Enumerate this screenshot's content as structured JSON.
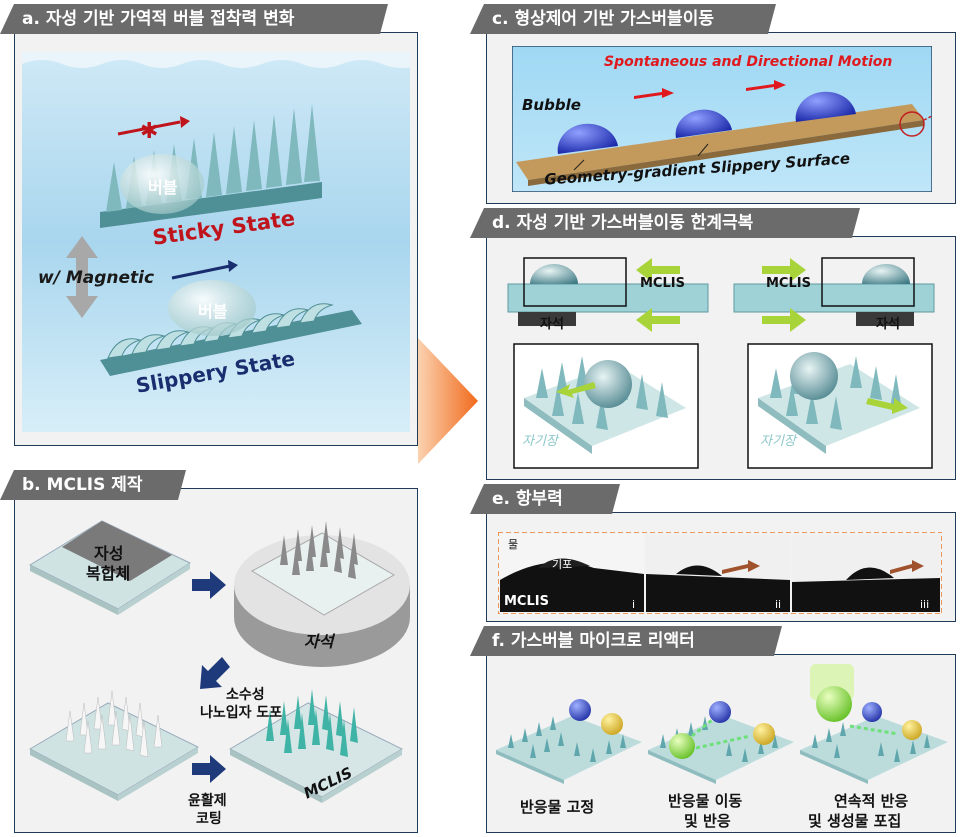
{
  "panel_a": {
    "title": "a. 자성 기반 가역적 버블 접착력 변화",
    "bubble_top": "버블",
    "bubble_bottom": "버블",
    "sticky": "Sticky State",
    "magnetic": "w/ Magnetic",
    "slippery": "Slippery State"
  },
  "panel_b": {
    "title": "b. MCLIS 제작",
    "composite_line1": "자성",
    "composite_line2": "복합체",
    "magnet": "자석",
    "coat_line1": "소수성",
    "coat_line2": "나노입자 도포",
    "lub_line1": "윤활제",
    "lub_line2": "코팅",
    "mclis": "MCLIS"
  },
  "panel_c": {
    "title": "c. 형상제어 기반 가스버블이동",
    "motion": "Spontaneous and Directional Motion",
    "bubble": "Bubble",
    "surface": "Geometry-gradient Slippery Surface"
  },
  "panel_d": {
    "title": "d. 자성 기반 가스버블이동 한계극복",
    "mclis_left": "MCLIS",
    "mclis_right": "MCLIS",
    "magnet_left": "자석",
    "magnet_right": "자석",
    "field_left": "자기장",
    "field_right": "자기장"
  },
  "panel_e": {
    "title": "e. 항부력",
    "water": "물",
    "gas": "기포",
    "mclis": "MCLIS",
    "frame_i": "i",
    "frame_ii": "ii",
    "frame_iii": "iii"
  },
  "panel_f": {
    "title": "f. 가스버블 마이크로 리액터",
    "step1": "반응물 고정",
    "step2_line1": "반응물 이동",
    "step2_line2": "및 반응",
    "step3_line1": "연속적 반응",
    "step3_line2": "및 생성물 포집"
  },
  "colors": {
    "tab": "#6b6b6b",
    "border": "#1f3b57",
    "sticky_red": "#c0141c",
    "slippery_navy": "#1a2d6e",
    "teal": "#6fa9b0",
    "motion_red": "#e0191e",
    "arrow_orange": "#f07a2a",
    "bubble_blue": "#2a3bc4",
    "green_arrow": "#a8d43a"
  }
}
